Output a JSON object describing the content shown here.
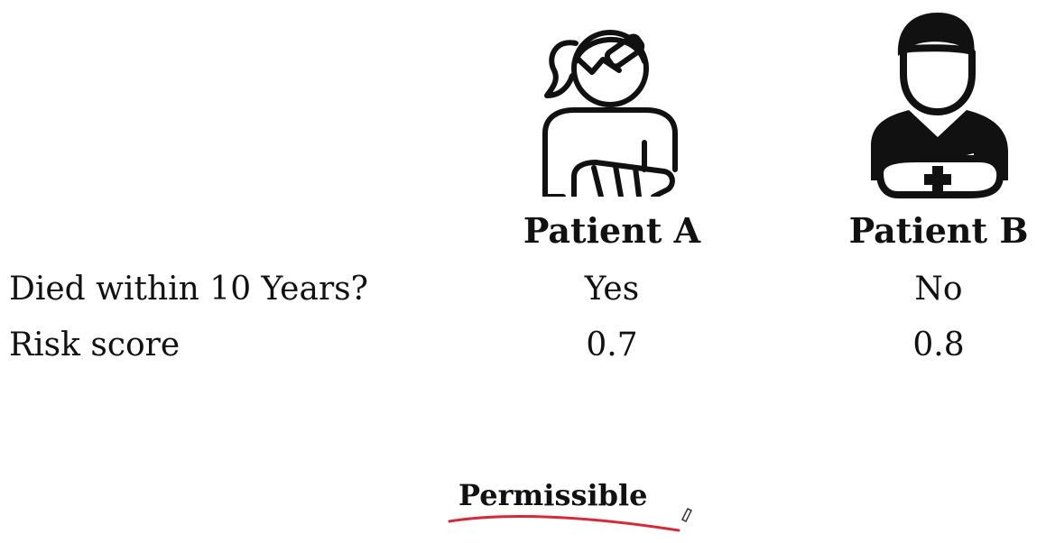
{
  "columns": [
    {
      "header": "Patient A",
      "icon": "patient-woman-arm-sling-icon"
    },
    {
      "header": "Patient B",
      "icon": "patient-man-arm-sling-icon"
    }
  ],
  "rows": [
    {
      "label": "Died within 10 Years?",
      "values": [
        "Yes",
        "No"
      ]
    },
    {
      "label": "Risk score",
      "values": [
        "0.7",
        "0.8"
      ]
    }
  ],
  "verdict": {
    "text": "Permissible",
    "underline_color": "#d42a3a"
  }
}
